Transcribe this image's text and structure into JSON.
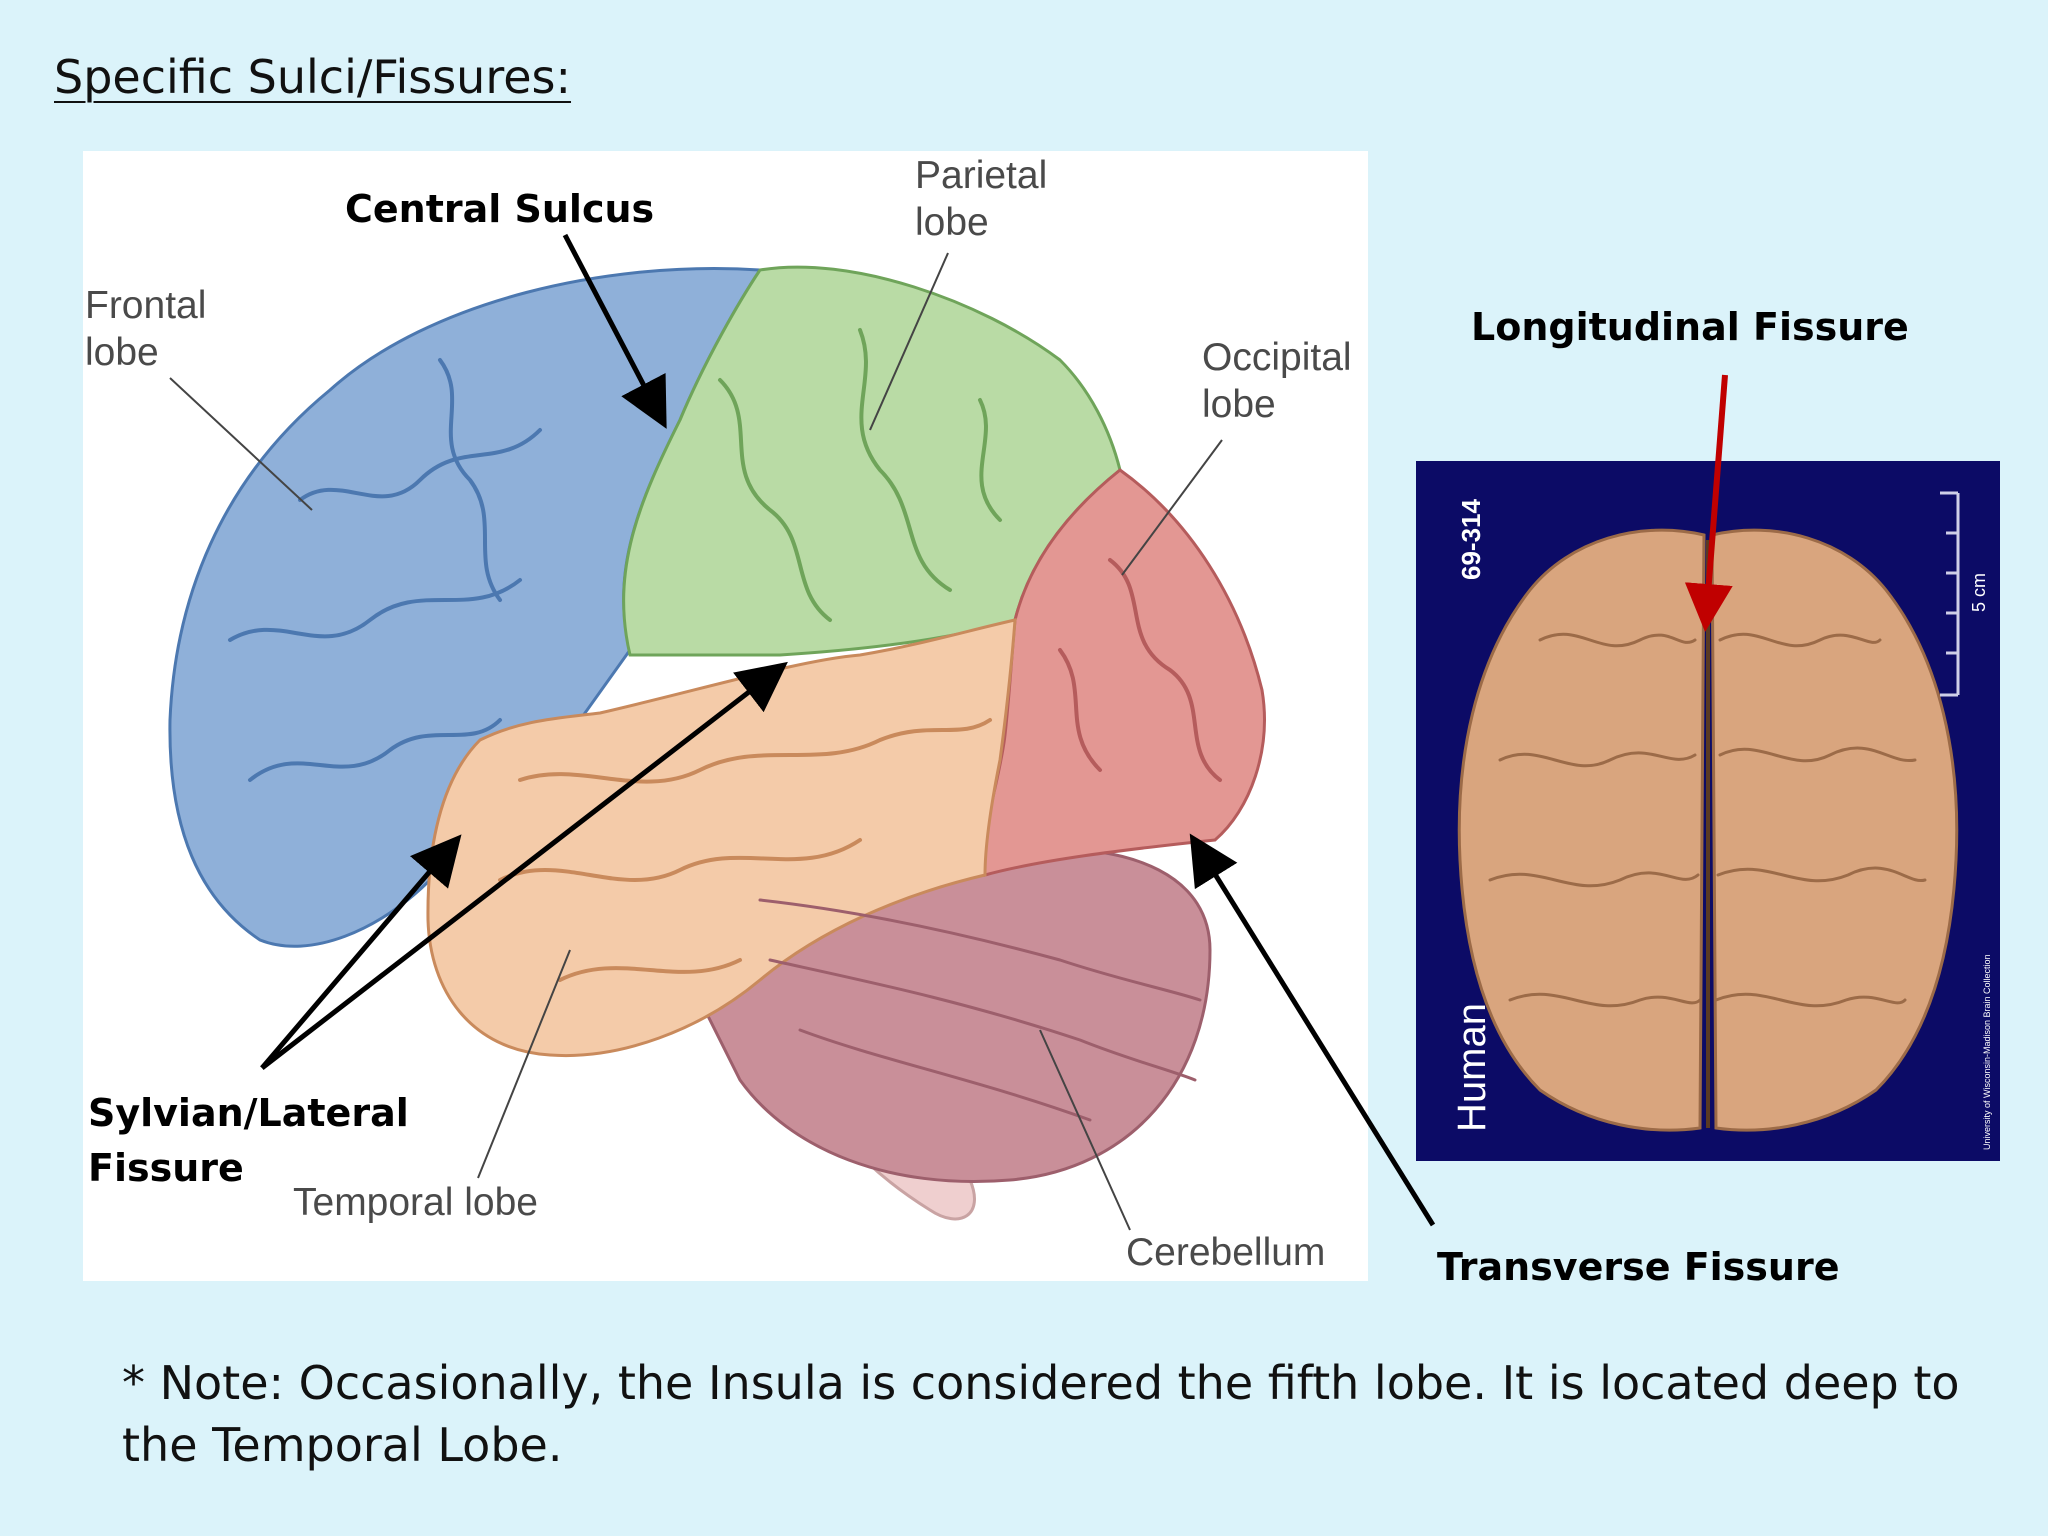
{
  "slide": {
    "title": "Specific Sulci/Fissures:",
    "note": "*  Note:  Occasionally, the Insula is considered the fifth lobe.  It is located deep to the Temporal Lobe."
  },
  "lateral_view": {
    "labels": {
      "frontal": [
        "Frontal",
        "lobe"
      ],
      "parietal": [
        "Parietal",
        "lobe"
      ],
      "occipital": [
        "Occipital",
        "lobe"
      ],
      "temporal": "Temporal lobe",
      "cerebellum": "Cerebellum"
    },
    "callouts": {
      "central_sulcus": "Central Sulcus",
      "sylvian": [
        "Sylvian/Lateral",
        "Fissure"
      ],
      "transverse": "Transverse Fissure"
    },
    "colors": {
      "frontal": "#8fb0d9",
      "parietal": "#b9dba5",
      "occipital": "#e39793",
      "temporal": "#f4cba9",
      "cerebellum": "#c98f99",
      "brainstem": "#efcfcf"
    }
  },
  "superior_view": {
    "callout": "Longitudinal Fissure",
    "specimen_id": "69-314",
    "species": "Human",
    "scale_label": "5 cm",
    "credit": "University of Wisconsin-Madison Brain Collection",
    "colors": {
      "background": "#0c0b66",
      "brain": "#d9a57e",
      "arrow": "#c00000"
    }
  }
}
